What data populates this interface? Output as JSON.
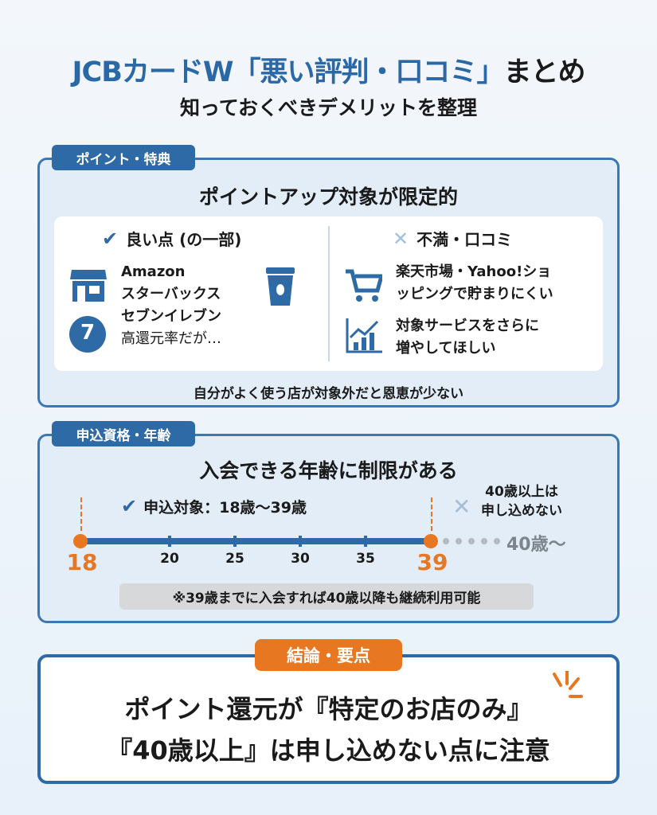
{
  "header": {
    "title_part1": "JCBカードW",
    "title_part2": "「悪い評判・口コミ」",
    "title_part3": "まとめ",
    "subtitle": "知っておくべきデメリットを整理"
  },
  "section1": {
    "tag": "ポイント・特典",
    "heading": "ポイントアップ対象が限定的",
    "good": {
      "label": "良い点 (の一部)",
      "lines": [
        "Amazon",
        "スターバックス",
        "セブンイレブン",
        "高還元率だが…"
      ]
    },
    "bad": {
      "label": "不満・口コミ",
      "item1": [
        "楽天市場・Yahoo!ショ",
        "ッピングで貯まりにくい"
      ],
      "item2": [
        "対象サービスをさらに",
        "増やしてほしい"
      ]
    },
    "footer": "自分がよく使う店が対象外だと恩恵が少ない"
  },
  "section2": {
    "tag": "申込資格・年齢",
    "heading": "入会できる年齢に制限がある",
    "eligible": "申込対象：18歳〜39歳",
    "ineligible": [
      "40歳以上は",
      "申し込めない"
    ],
    "timeline": {
      "start": "18",
      "end": "39",
      "ticks": [
        "20",
        "25",
        "30",
        "35"
      ],
      "beyond": "40歳〜"
    },
    "note": "※39歳までに入会すれば40歳以降も継続利用可能"
  },
  "section3": {
    "tag": "結論・要点",
    "line1": "ポイント還元が『特定のお店のみ』",
    "line2": "『40歳以上』は申し込めない点に注意"
  },
  "colors": {
    "blue": "#2d6aa6",
    "orange": "#e87722",
    "gray": "#9aa3ab"
  }
}
